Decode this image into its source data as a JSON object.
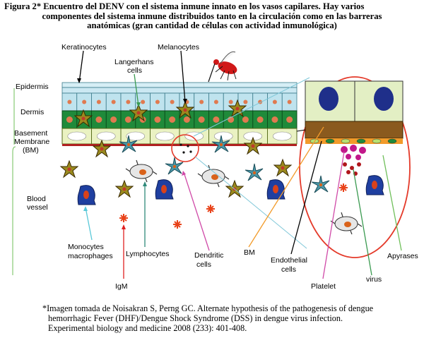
{
  "figure": {
    "title_line1": "Figura 2*  Encuentro del DENV con el sistema inmune innato en los vasos capilares. Hay varios",
    "title_line2": "componentes del sistema inmune distribuidos tanto en la circulación como en las barreras",
    "title_line3": "anatómicas (gran cantidad de células con actividad inmunológica)"
  },
  "layers": {
    "epidermis": "Epidermis",
    "dermis": "Dermis",
    "basement_1": "Basement",
    "basement_2": "Membrane",
    "basement_3": "(BM)",
    "blood_1": "Blood",
    "blood_2": "vessel"
  },
  "labels": {
    "keratinocytes": "Keratinocytes",
    "langerhans_1": "Langerhans",
    "langerhans_2": "cells",
    "melanocytes": "Melanocytes",
    "monocytes_1": "Monocytes",
    "monocytes_2": "macrophages",
    "lymphocytes": "Lymphocytes",
    "dendritic_1": "Dendritic",
    "dendritic_2": "cells",
    "bm": "BM",
    "igm": "IgM",
    "endothelial_1": "Endothelial",
    "endothelial_2": "cells",
    "platelet": "Platelet",
    "virus": "virus",
    "apyrases": "Apyrases"
  },
  "citation": {
    "line1": "*Imagen tomada de Noisakran S, Perng GC. Alternate hypothesis of the pathogenesis of dengue",
    "line2": "hemorrhagic Fever (DHF)/Dengue Shock Syndrome (DSS) in dengue virus infection.",
    "line3": "Experimental biology and medicine 2008 (233): 401-408."
  },
  "colors": {
    "epidermis_cell": "#bfe3ee",
    "dermis_cell": "#1f8a3a",
    "dermis_nucleus": "#e07a50",
    "bm_cell": "#eaf2c2",
    "endothelium": "#8a5a1e",
    "melanocyte_star": "#9a8a1e",
    "dendritic_star": "#4a98a8",
    "monocyte_blue": "#1f3fa0",
    "nucleus_orange": "#d9621a",
    "red_circle": "#e43a2a",
    "mosquito": "#d01818"
  }
}
